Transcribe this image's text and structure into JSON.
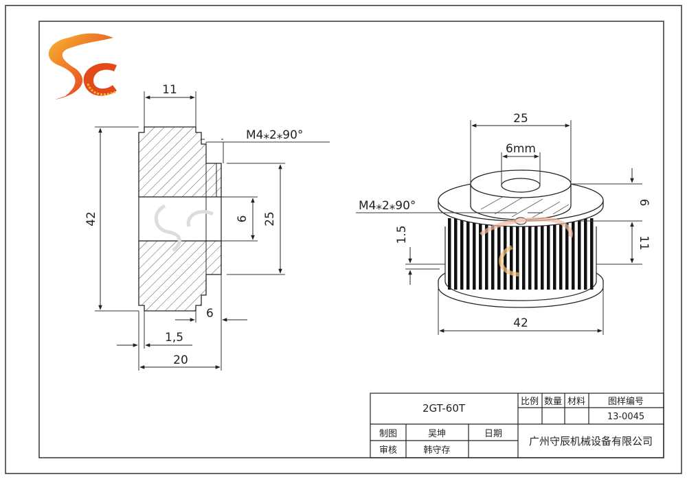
{
  "drawing": {
    "side_view": {
      "dim_top_width": "11",
      "dim_chamfer": "M4⁎2⁎90°",
      "dim_outer_height": "42",
      "dim_bore": "6",
      "dim_hub_diameter": "25",
      "dim_hub_length": "6",
      "dim_flange": "1,5",
      "dim_total_length": "20"
    },
    "iso_view": {
      "dim_hub_diameter": "25",
      "dim_bore": "6mm",
      "dim_chamfer": "M4⁎2⁎90°",
      "dim_hub_height": "6",
      "dim_flange": "1.5",
      "dim_tooth_width": "11",
      "dim_outer_diameter": "42"
    }
  },
  "title_block": {
    "part_name": "2GT-60T",
    "col_scale": "比例",
    "col_quantity": "数量",
    "col_material": "材料",
    "col_drawing_no": "图样编号",
    "drawing_no": "13-0045",
    "drawn_label": "制图",
    "drawn_by": "吴坤",
    "date_label": "日期",
    "checked_label": "审核",
    "checked_by": "韩守存",
    "company": "广州守辰机械设备有限公司"
  }
}
